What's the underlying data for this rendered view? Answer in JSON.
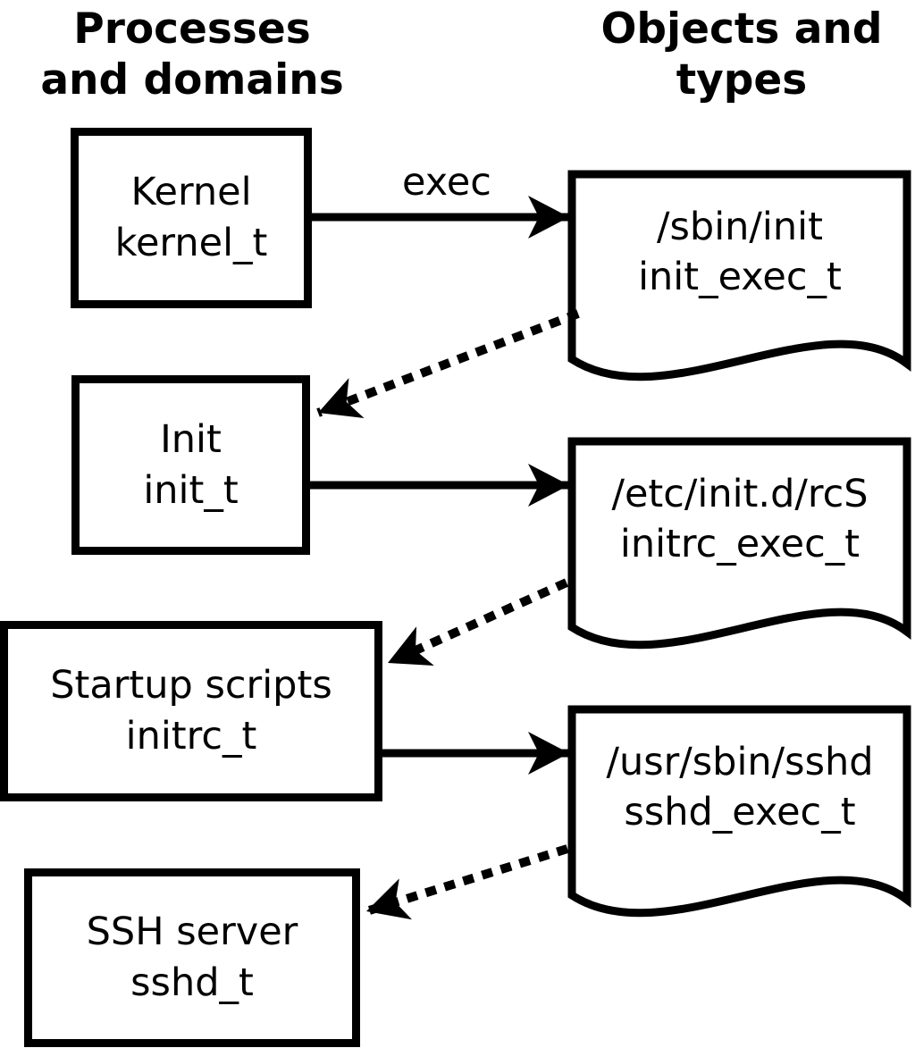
{
  "headers": {
    "left": {
      "line1": "Processes",
      "line2": "and domains"
    },
    "right": {
      "line1": "Objects and",
      "line2": "types"
    }
  },
  "processes": [
    {
      "label": "Kernel",
      "type": "kernel_t"
    },
    {
      "label": "Init",
      "type": "init_t"
    },
    {
      "label": "Startup scripts",
      "type": "initrc_t"
    },
    {
      "label": "SSH server",
      "type": "sshd_t"
    }
  ],
  "objects": [
    {
      "path": "/sbin/init",
      "type": "init_exec_t"
    },
    {
      "path": "/etc/init.d/rcS",
      "type": "initrc_exec_t"
    },
    {
      "path": "/usr/sbin/sshd",
      "type": "sshd_exec_t"
    }
  ],
  "edges": {
    "exec_label": "exec"
  },
  "colors": {
    "foreground": "#000000",
    "background": "#ffffff"
  }
}
